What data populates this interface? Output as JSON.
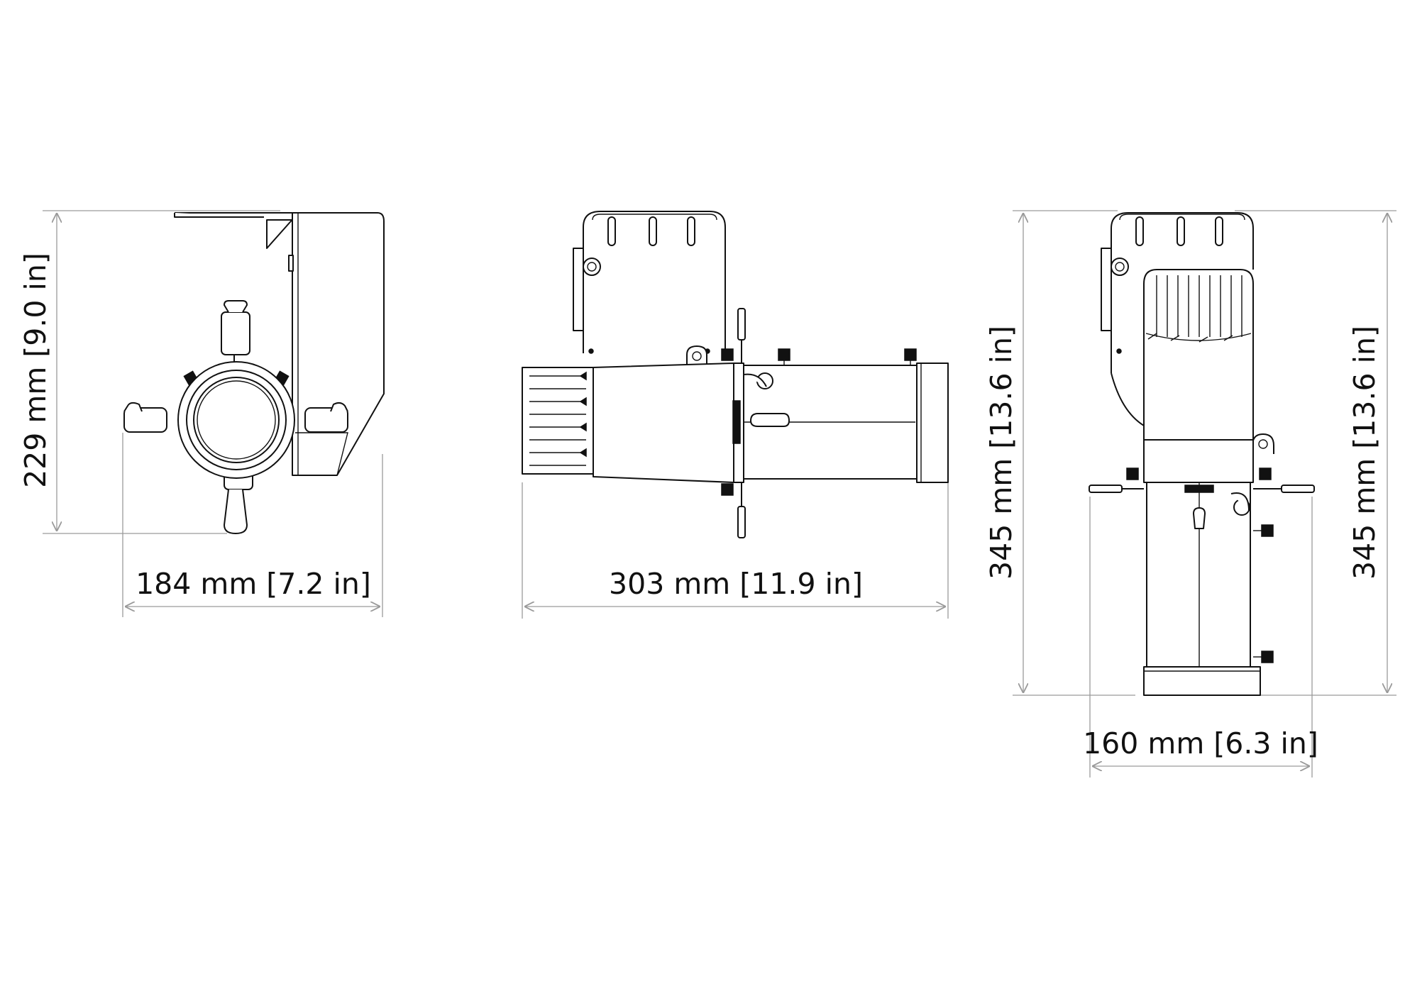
{
  "views": {
    "front": {
      "height_label": "229 mm [9.0 in]",
      "width_label": "184 mm [7.2 in]"
    },
    "side": {
      "length_label": "303 mm [11.9 in]"
    },
    "top": {
      "height_left_label": "345 mm [13.6 in]",
      "height_right_label": "345 mm [13.6 in]",
      "width_label": "160 mm [6.3 in]"
    }
  },
  "colors": {
    "line": "#111111",
    "dimension": "#9a9a9a",
    "background": "#ffffff"
  }
}
